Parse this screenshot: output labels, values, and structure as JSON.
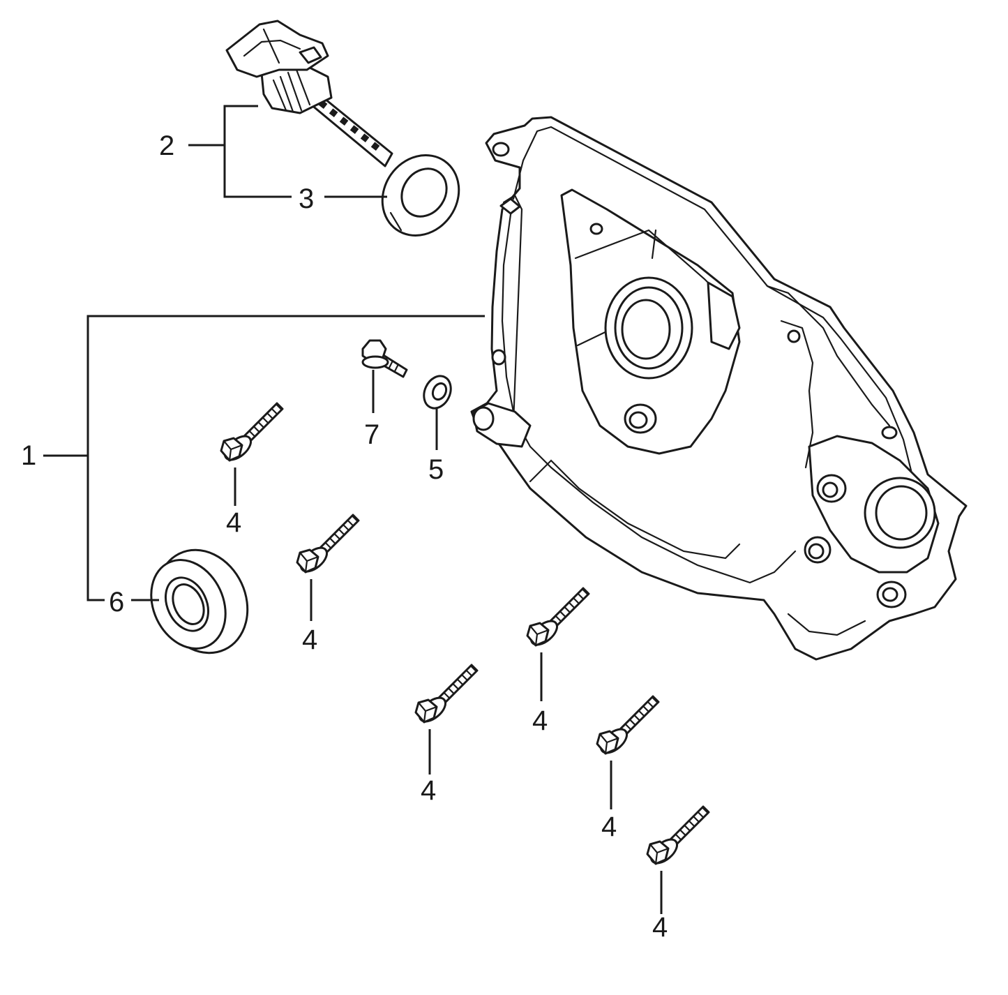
{
  "callouts": {
    "c1": "1",
    "c2": "2",
    "c3": "3",
    "c4": "4",
    "c5": "5",
    "c6": "6",
    "c7": "7"
  },
  "parts": [
    {
      "callout": "1",
      "icon": "crankcase-cover-icon"
    },
    {
      "callout": "2",
      "icon": "oil-dipstick-icon"
    },
    {
      "callout": "3",
      "icon": "o-ring-icon"
    },
    {
      "callout": "4",
      "icon": "flange-bolt-icon"
    },
    {
      "callout": "5",
      "icon": "washer-icon"
    },
    {
      "callout": "6",
      "icon": "oil-seal-icon"
    },
    {
      "callout": "7",
      "icon": "small-bolt-icon"
    }
  ],
  "colors": {
    "ink": "#1a1a1a",
    "paper": "#ffffff"
  }
}
